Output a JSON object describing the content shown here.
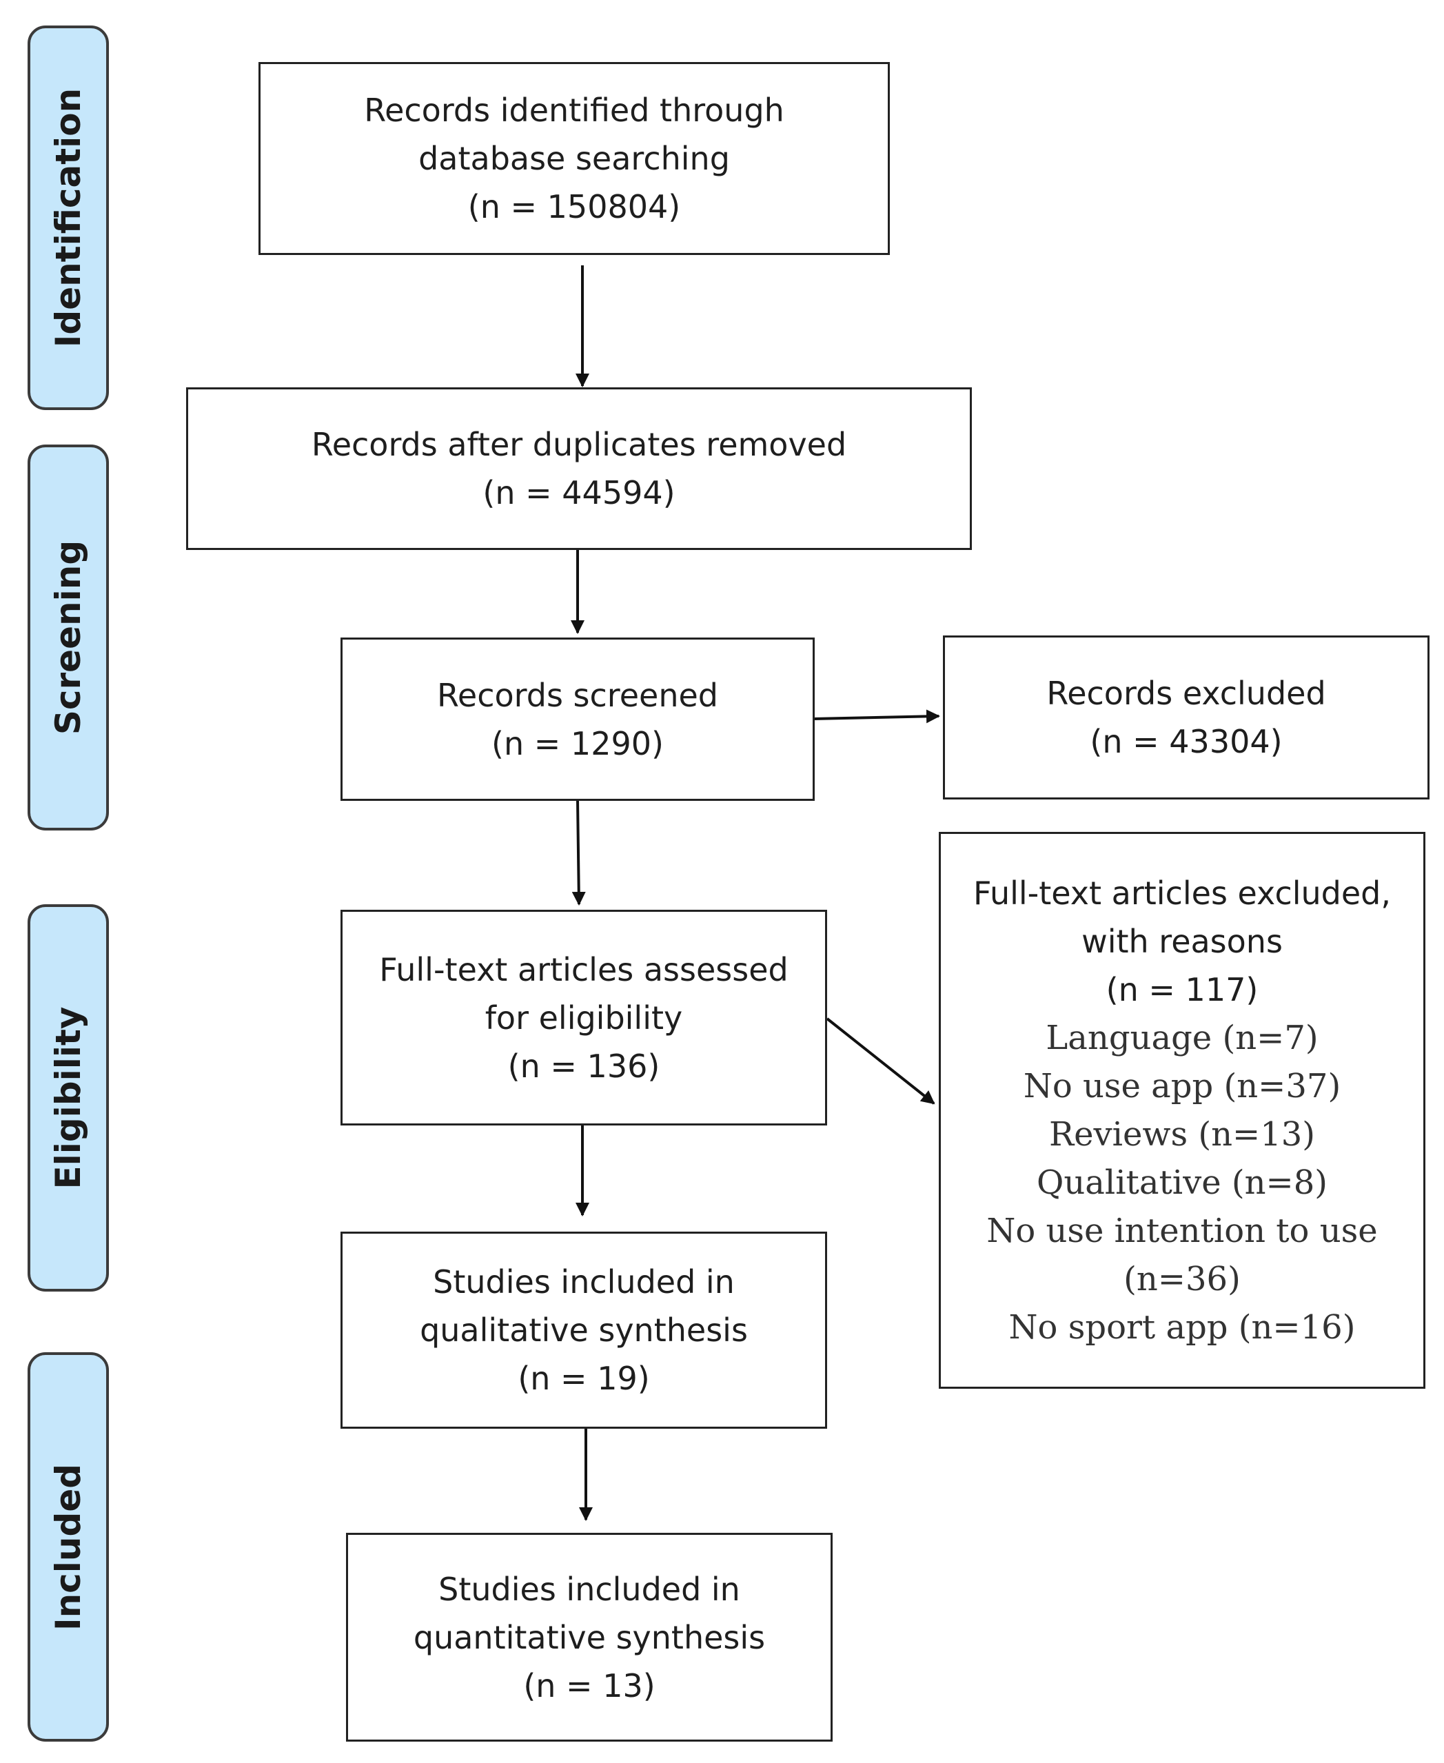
{
  "phases": {
    "identification": "Identification",
    "screening": "Screening",
    "eligibility": "Eligibility",
    "included": "Included"
  },
  "boxes": {
    "identified": {
      "line1": "Records identified through",
      "line2": "database searching",
      "count": "(n = 150804)"
    },
    "deduplicated": {
      "line1": "Records after duplicates removed",
      "count": "(n = 44594)"
    },
    "screened": {
      "line1": "Records screened",
      "count": "(n = 1290)"
    },
    "excluded": {
      "line1": "Records excluded",
      "count": "(n = 43304)"
    },
    "fulltext": {
      "line1": "Full-text articles assessed",
      "line2": "for eligibility",
      "count": "(n = 136)"
    },
    "fulltext_excluded": {
      "line1": "Full-text articles excluded,",
      "line2": "with reasons",
      "count": "(n = 117)",
      "reasons": [
        "Language (n=7)",
        "No use app (n=37)",
        "Reviews (n=13)",
        "Qualitative (n=8)",
        "No use intention to use",
        "(n=36)",
        "No sport app (n=16)"
      ]
    },
    "qualitative": {
      "line1": "Studies included in",
      "line2": "qualitative synthesis",
      "count": "(n = 19)"
    },
    "quantitative": {
      "line1": "Studies included in",
      "line2": "quantitative synthesis",
      "count": "(n = 13)"
    }
  },
  "colors": {
    "phase_fill": "#c6e7fb",
    "border": "#222222",
    "text": "#1e1e1e"
  }
}
